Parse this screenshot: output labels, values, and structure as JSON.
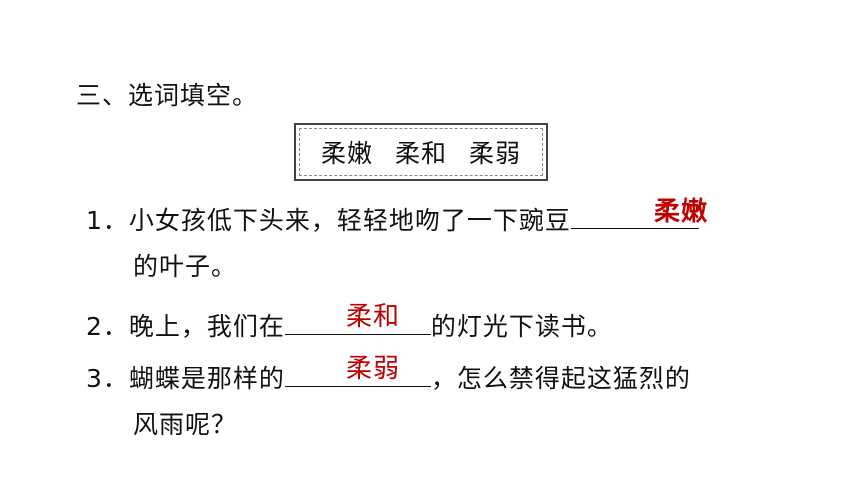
{
  "section_title": "三、选词填空。",
  "word_bank": [
    "柔嫩",
    "柔和",
    "柔弱"
  ],
  "questions": [
    {
      "num": "1．",
      "before": "小女孩低下头来，轻轻地吻了一下豌豆",
      "after_line2": "的叶子。",
      "answer": "柔嫩"
    },
    {
      "num": "2．",
      "before": "晚上，我们在",
      "after": "的灯光下读书。",
      "answer": "柔和"
    },
    {
      "num": "3．",
      "before": "蝴蝶是那样的",
      "after": "，怎么禁得起这猛烈的",
      "after_line2": "风雨呢？",
      "answer": "柔弱"
    }
  ],
  "colors": {
    "answer": "#c00000",
    "text": "#111111"
  }
}
